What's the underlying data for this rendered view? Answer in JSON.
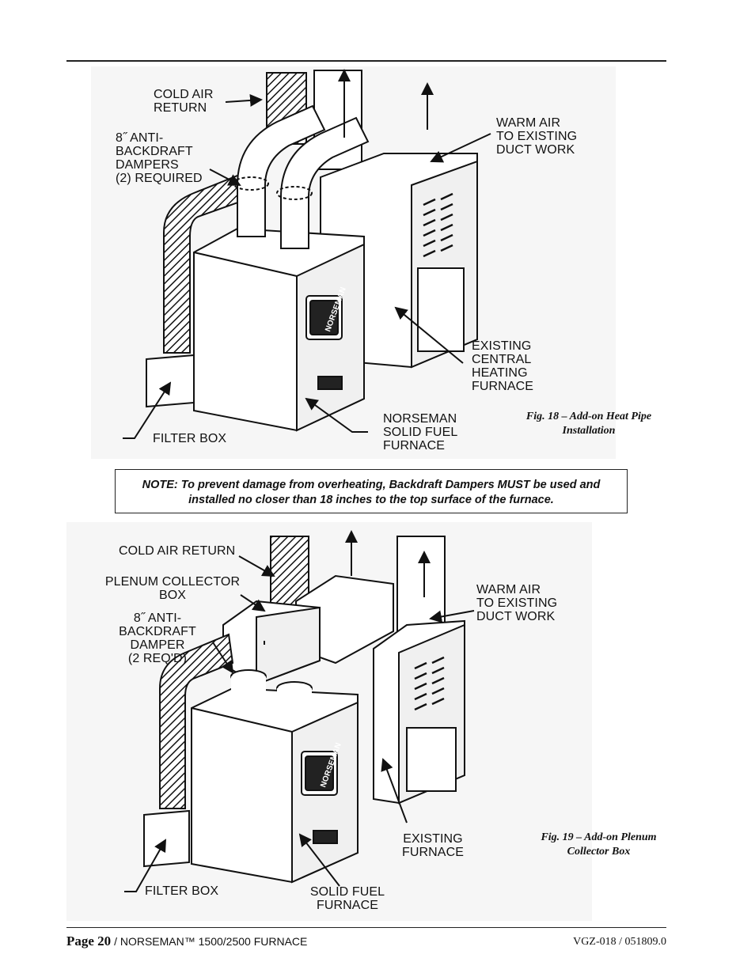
{
  "figure18": {
    "labels": {
      "cold_air_return": "COLD AIR\nRETURN",
      "dampers": "8˝ ANTI-\nBACKDRAFT\nDAMPERS\n(2) REQUIRED",
      "warm_air": "WARM AIR\nTO EXISTING\nDUCT WORK",
      "existing_furnace": "EXISTING\nCENTRAL\nHEATING\nFURNACE",
      "norseman_furnace": "NORSEMAN\nSOLID FUEL\nFURNACE",
      "filter_box": "FILTER BOX"
    },
    "nameplate": "NORSEMAN",
    "caption": "Fig. 18 – Add-on Heat Pipe\nInstallation"
  },
  "note": {
    "text": "NOTE: To prevent damage from overheating, Backdraft Dampers MUST be used and\ninstalled no closer than 18 inches to the top surface of the furnace."
  },
  "figure19": {
    "labels": {
      "cold_air_return": "COLD AIR RETURN",
      "plenum": "PLENUM COLLECTOR\nBOX",
      "damper": "8˝ ANTI-\nBACKDRAFT\nDAMPER\n(2 REQ'D)",
      "warm_air": "WARM AIR\nTO EXISTING\nDUCT WORK",
      "existing_furnace": "EXISTING\nFURNACE",
      "solid_fuel": "SOLID FUEL\nFURNACE",
      "filter_box": "FILTER BOX"
    },
    "nameplate": "NORSEMAN",
    "caption": "Fig. 19 – Add-on Plenum\nCollector Box"
  },
  "footer": {
    "page": "Page 20",
    "product": "/ NORSEMAN™ 1500/2500 FURNACE",
    "doc_code": "VGZ-018 / 051809.0"
  }
}
